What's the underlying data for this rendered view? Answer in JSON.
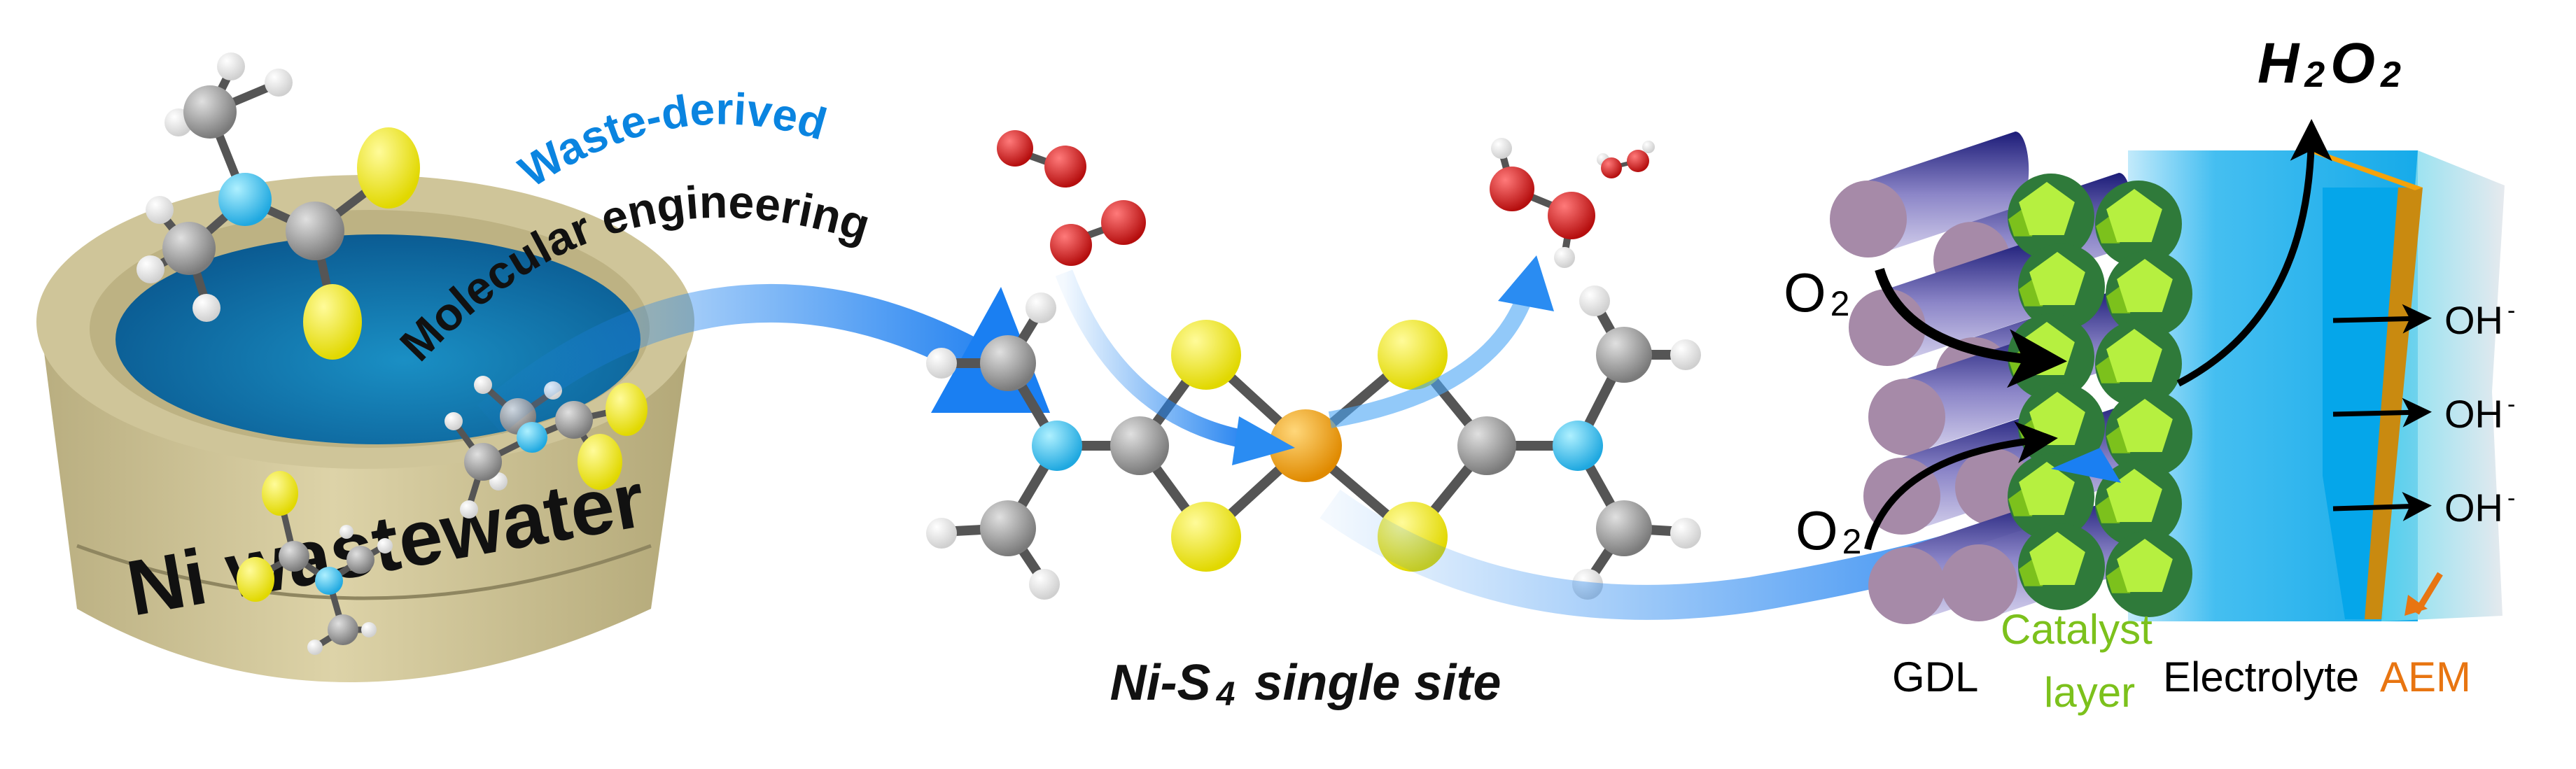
{
  "left_panel": {
    "jar_label": "Ni wastewater",
    "arrow_label_top": "Waste-derived",
    "arrow_label_bottom": "Molecular engineering"
  },
  "center_panel": {
    "site_label": {
      "prefix": "Ni-S",
      "sub": "4",
      "suffix": " single site"
    }
  },
  "right_panel": {
    "product": {
      "h": "H",
      "h_sub": "2",
      "o": "O",
      "o_sub": "2"
    },
    "reactant": {
      "o": "O",
      "sub": "2"
    },
    "hydroxide": {
      "base": "OH",
      "sup": "-"
    },
    "layer_labels": {
      "gdl": "GDL",
      "catalyst_line1": "Catalyst",
      "catalyst_line2": "layer",
      "electrolyte": "Electrolyte",
      "aem": "AEM"
    }
  },
  "colors": {
    "accent_blue": "#0a84e0",
    "catalyst_green": "#7cc11c",
    "aem_orange": "#e87511",
    "nickel": "#f5a623",
    "sulfur": "#f2ea2a",
    "nitrogen": "#3fc4f0",
    "carbon": "#9a9a9a",
    "oxygen": "#d62020"
  }
}
